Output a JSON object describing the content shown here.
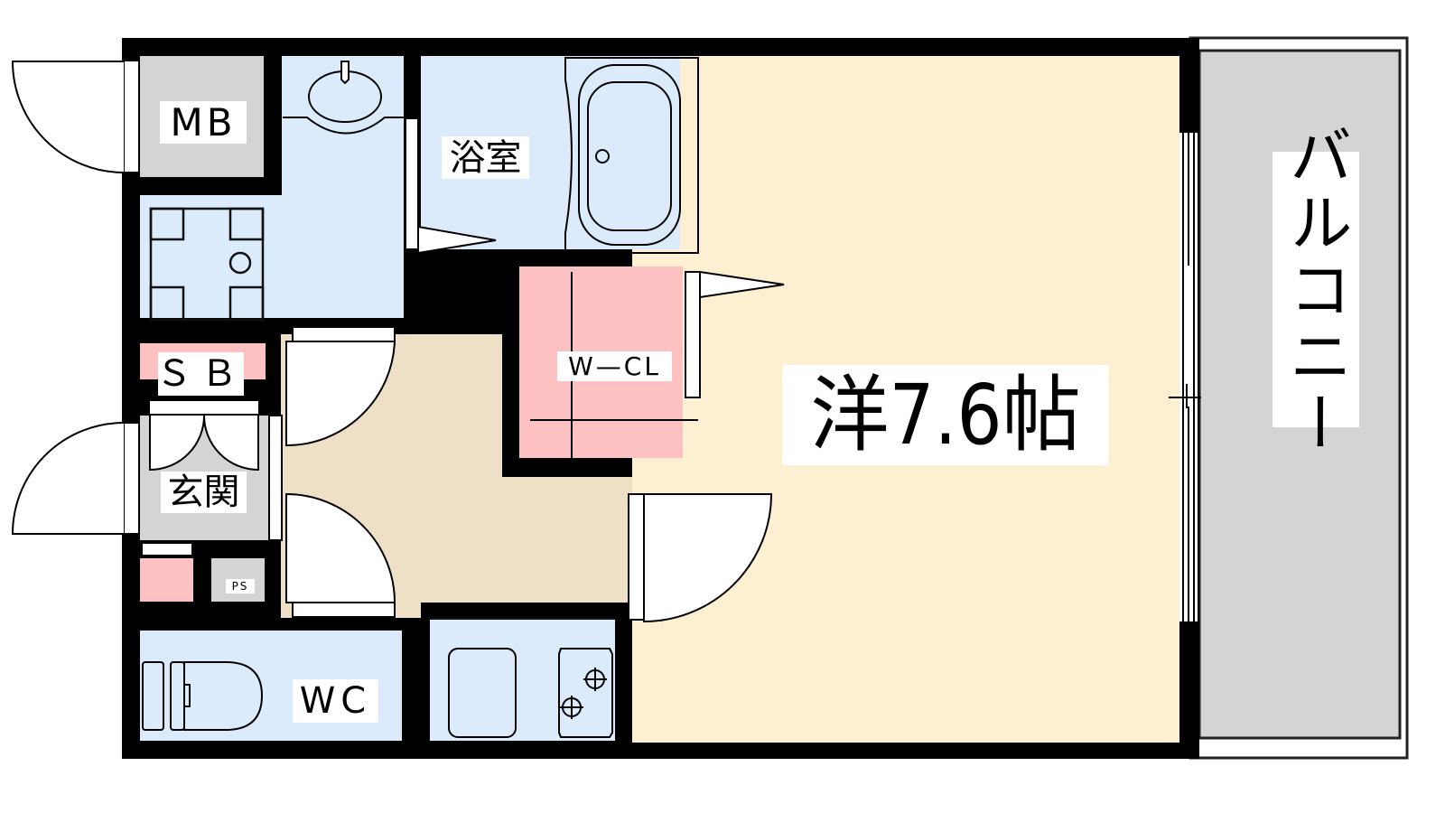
{
  "floor_plan": {
    "title": "Apartment floor plan (1K with walk-in closet)",
    "colors": {
      "wall": "#000000",
      "wet_area": "#DCEBFC",
      "main_room": "#FDF0D2",
      "hallway": "#EEDFC7",
      "closet": "#FDC1C1",
      "storage": "#D4D4D4",
      "balcony": "#D4D4D4",
      "door": "#FFFFFF"
    },
    "rooms": {
      "meter_box": {
        "label": "MB"
      },
      "bathroom": {
        "label": "浴室"
      },
      "shoe_box": {
        "label": "ＳＢ"
      },
      "entrance": {
        "label": "玄関"
      },
      "pipe_space": {
        "label": "PS"
      },
      "toilet": {
        "label": "WC"
      },
      "walk_in_closet": {
        "label": "W—CL"
      },
      "western_room": {
        "label": "洋7.6帖",
        "type": "洋",
        "size": "7.6",
        "unit": "帖"
      },
      "balcony": {
        "label": "バルコニー"
      }
    },
    "fixtures": [
      "washbasin-icon",
      "washing-machine-pan-icon",
      "bathtub-icon",
      "toilet-icon",
      "kitchen-sink-icon",
      "two-burner-stove-icon"
    ]
  }
}
